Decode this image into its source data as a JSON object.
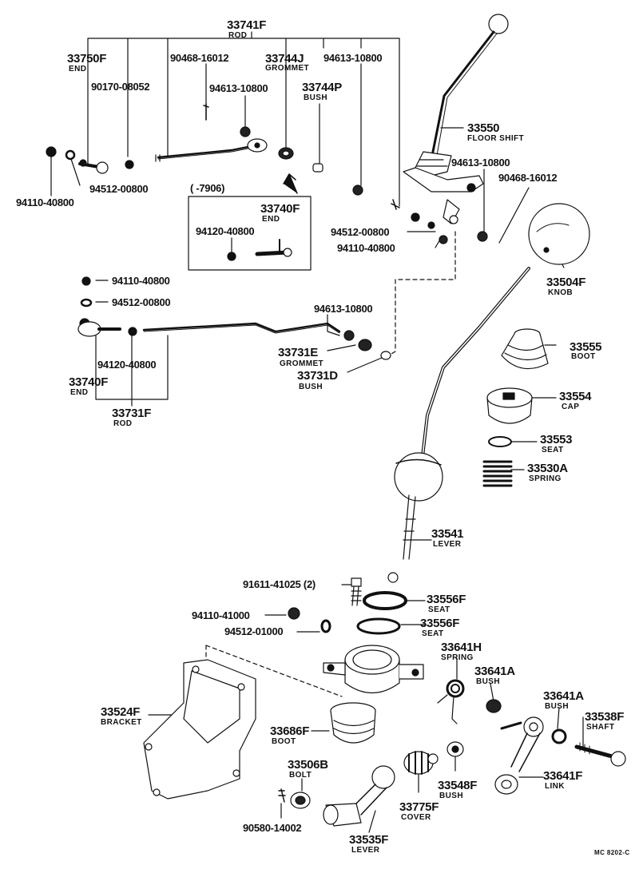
{
  "labels": {
    "p33741F": "33741F",
    "n33741F": "ROD",
    "p33750F": "33750F",
    "n33750F": "END",
    "p90468a": "90468-16012",
    "p33744J": "33744J",
    "n33744J": "GROMMET",
    "p94613a": "94613-10800",
    "p90170": "90170-08052",
    "p94613b": "94613-10800",
    "p33744P": "33744P",
    "n33744P": "BUSH",
    "p33550": "33550",
    "n33550": "FLOOR SHIFT",
    "p94613c": "94613-10800",
    "p90468b": "90468-16012",
    "p94110a": "94110-40800",
    "p94512a": "94512-00800",
    "p7906": "(        -7906)",
    "p33740Fa": "33740F",
    "n33740Fa": "END",
    "p94120a": "94120-40800",
    "p94512b": "94512-00800",
    "p94110b": "94110-40800",
    "p33504F": "33504F",
    "n33504F": "KNOB",
    "p94110c": "94110-40800",
    "p94512c": "94512-00800",
    "p94613d": "94613-10800",
    "p33555": "33555",
    "n33555": "BOOT",
    "p33731E": "33731E",
    "n33731E": "GROMMET",
    "p33731D": "33731D",
    "n33731D": "BUSH",
    "p94120b": "94120-40800",
    "p33740Fb": "33740F",
    "n33740Fb": "END",
    "p33554": "33554",
    "n33554": "CAP",
    "p33731F": "33731F",
    "n33731F": "ROD",
    "p33553": "33553",
    "n33553": "SEAT",
    "p33530A": "33530A",
    "n33530A": "SPRING",
    "p33541": "33541",
    "n33541": "LEVER",
    "p91611": "91611-41025 (2)",
    "p33556Fa": "33556F",
    "n33556Fa": "SEAT",
    "p94110d": "94110-41000",
    "p33556Fb": "33556F",
    "n33556Fb": "SEAT",
    "p94512d": "94512-01000",
    "p33641H": "33641H",
    "n33641H": "SPRING",
    "p33641Aa": "33641A",
    "n33641Aa": "BUSH",
    "p33524F": "33524F",
    "n33524F": "BRACKET",
    "p33641Ab": "33641A",
    "n33641Ab": "BUSH",
    "p33538F": "33538F",
    "n33538F": "SHAFT",
    "p33686F": "33686F",
    "n33686F": "BOOT",
    "p33506B": "33506B",
    "n33506B": "BOLT",
    "p33641F": "33641F",
    "n33641F": "LINK",
    "p33548F": "33548F",
    "n33548F": "BUSH",
    "p33775F": "33775F",
    "n33775F": "COVER",
    "p90580": "90580-14002",
    "p33535F": "33535F",
    "n33535F": "LEVER",
    "pMC": "MC 8202-C"
  }
}
